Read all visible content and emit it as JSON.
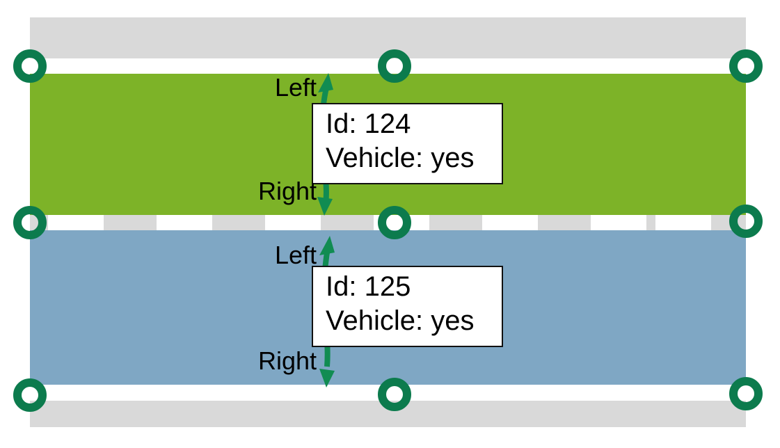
{
  "diagram": {
    "kind": "road-lane-annotation",
    "colors": {
      "lane_124": "#7db328",
      "lane_125": "#7fa7c4",
      "shoulder_gray": "#d9d9d9",
      "marking_white": "#ffffff",
      "node_green": "#0c7b4d",
      "arrow_green": "#118c52",
      "tooltip_border": "#111111",
      "label_text": "#000000"
    }
  },
  "lanes": [
    {
      "id": "124",
      "vehicle": "yes",
      "tooltip_id_line": "Id: 124",
      "tooltip_vehicle_line": "Vehicle: yes",
      "left_label": "Left",
      "right_label": "Right"
    },
    {
      "id": "125",
      "vehicle": "yes",
      "tooltip_id_line": "Id: 125",
      "tooltip_vehicle_line": "Vehicle: yes",
      "left_label": "Left",
      "right_label": "Right"
    }
  ]
}
